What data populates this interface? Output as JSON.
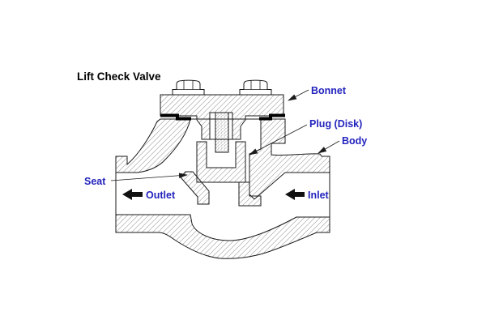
{
  "title": "Lift Check Valve",
  "labels": {
    "bonnet": "Bonnet",
    "plug": "Plug (Disk)",
    "body": "Body",
    "seat": "Seat",
    "outlet": "Outlet",
    "inlet": "Inlet"
  },
  "icons": {
    "outlet_arrow": "flow-arrow-left",
    "inlet_arrow": "flow-arrow-left",
    "leader_arrowhead": "leader-arrowhead"
  },
  "colors": {
    "label_blue": "#2323BE",
    "line_black": "#1a1a1a",
    "hatch_gray": "#555555",
    "gasket_black": "#000000",
    "background": "#FFFFFF"
  }
}
